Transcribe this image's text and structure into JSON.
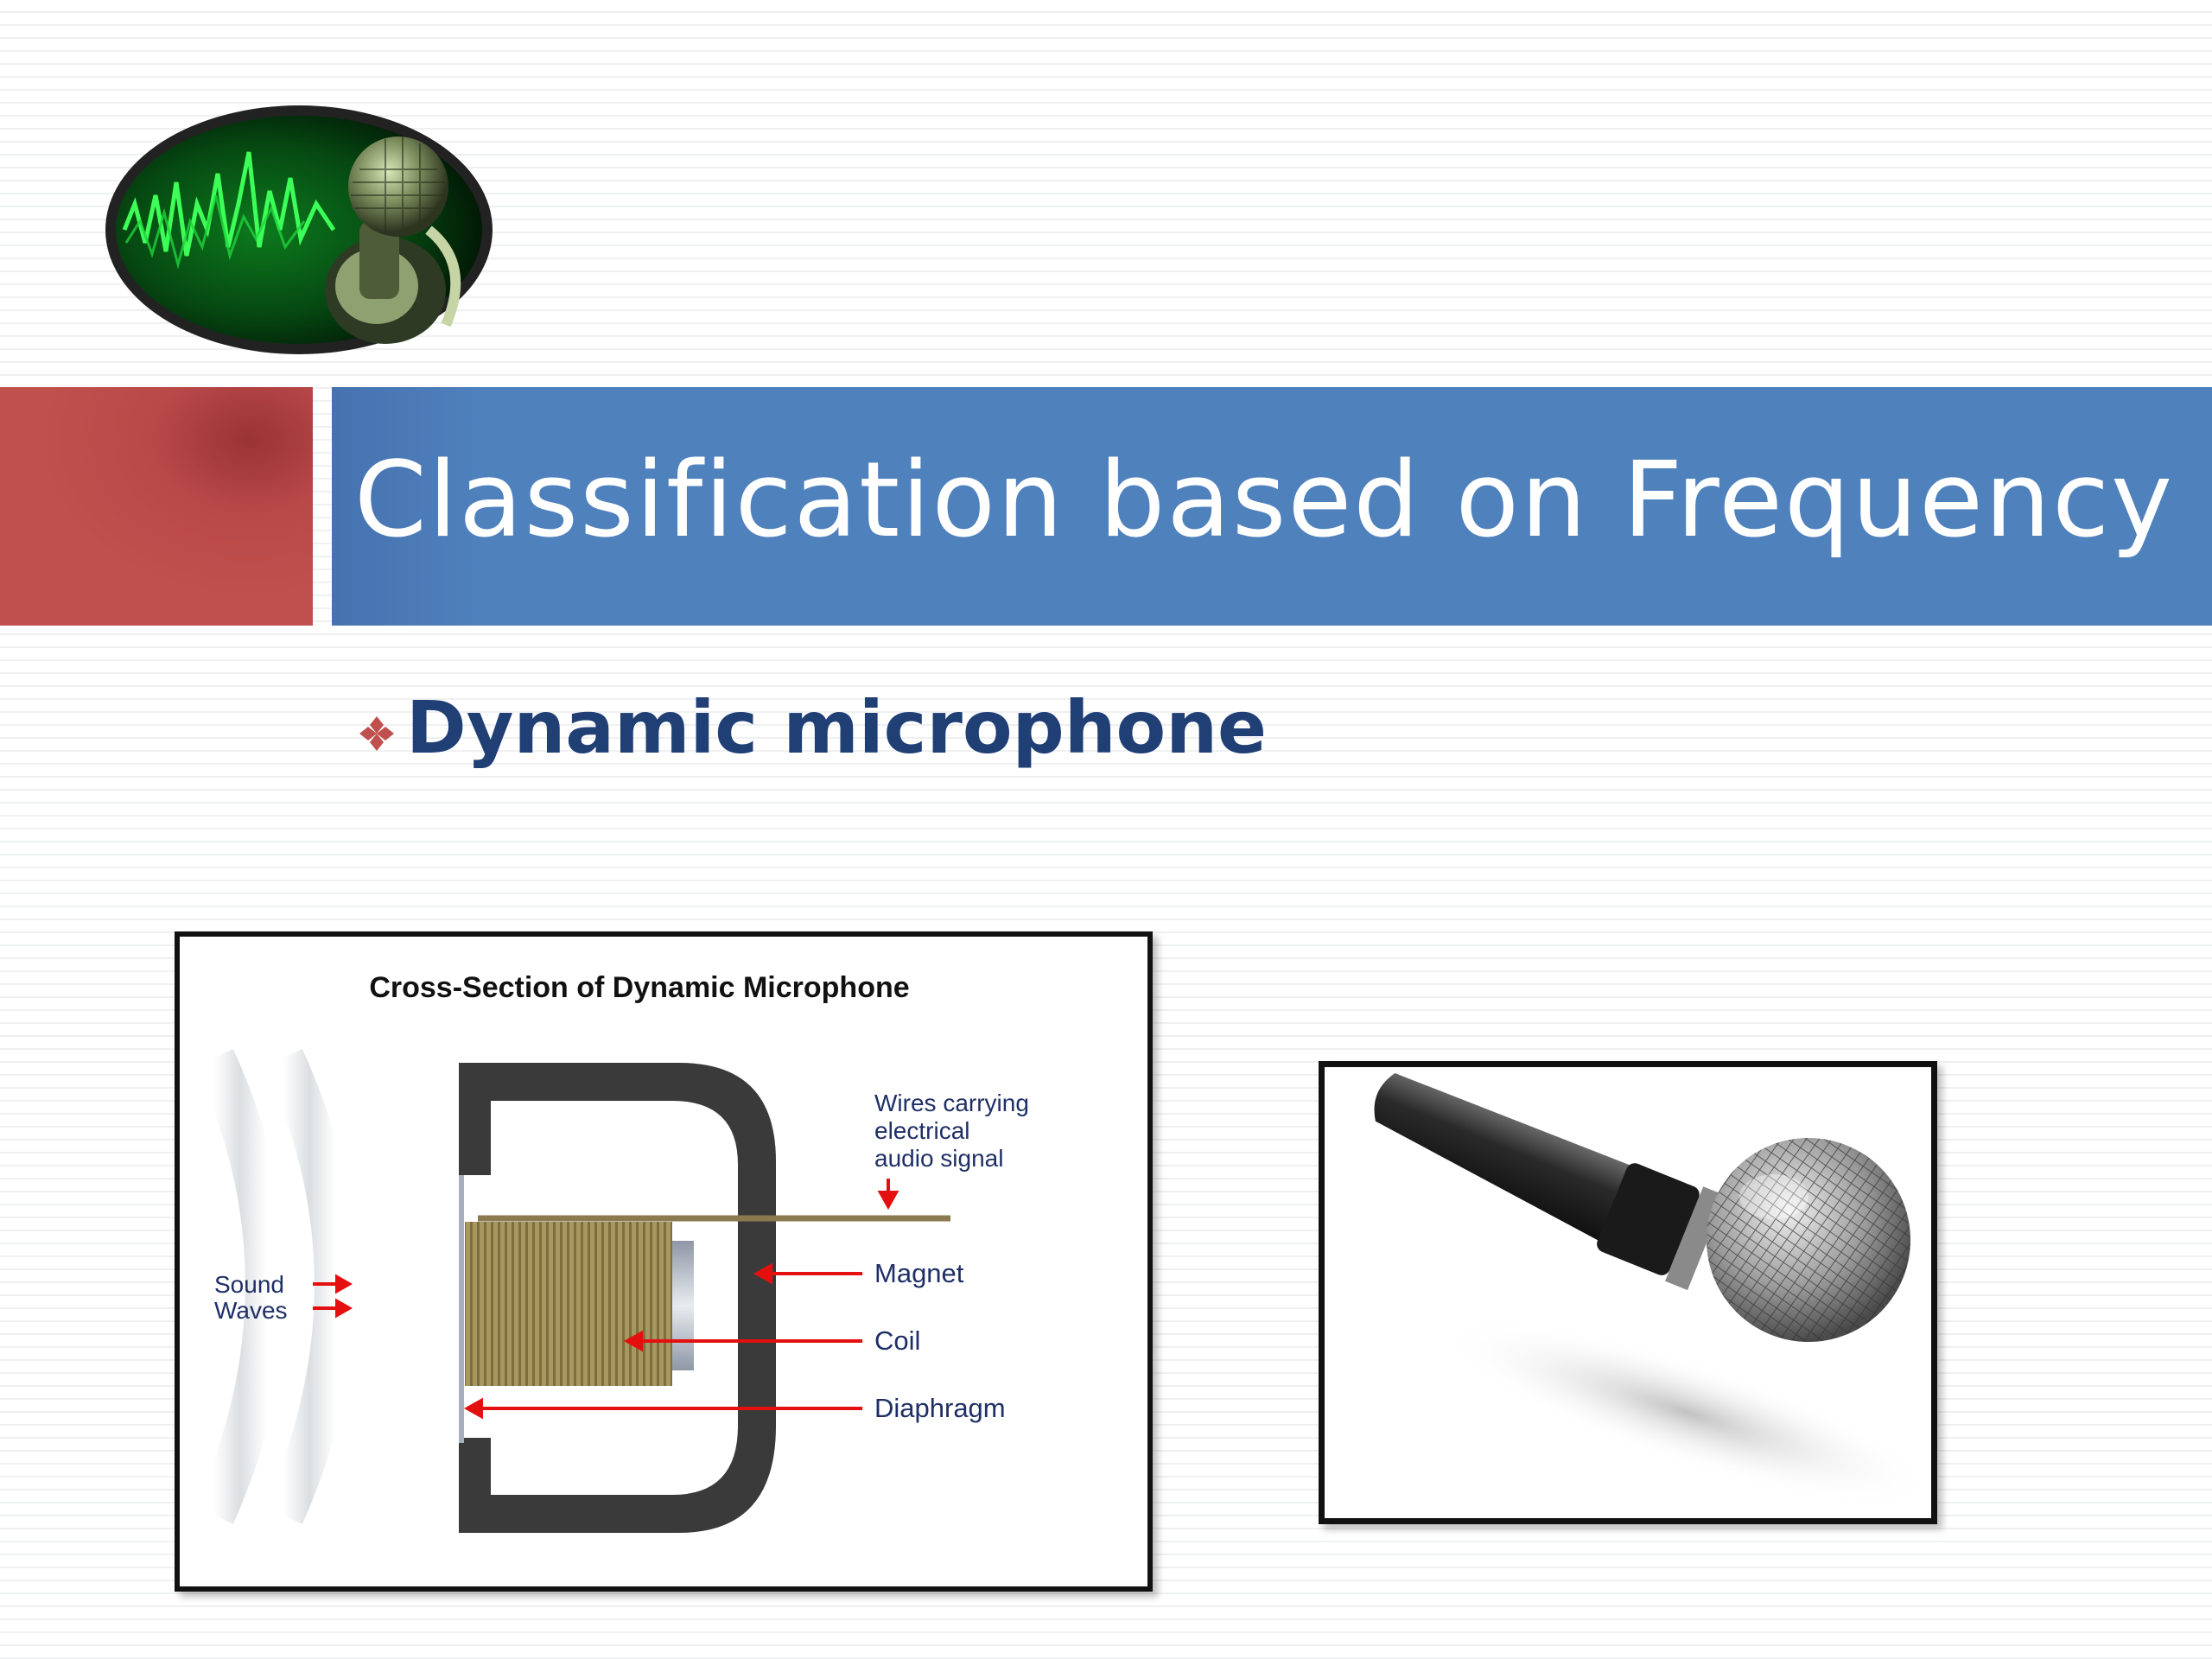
{
  "slide": {
    "title": "Classification based on Frequency",
    "bullet": "Dynamic microphone"
  },
  "diagram": {
    "title": "Cross-Section of Dynamic Microphone",
    "labels": {
      "wires_line1": "Wires carrying",
      "wires_line2": "electrical",
      "wires_line3": "audio signal",
      "magnet": "Magnet",
      "coil": "Coil",
      "diaphragm": "Diaphragm",
      "sound_line1": "Sound",
      "sound_line2": "Waves"
    }
  },
  "colors": {
    "title_bar": "#4f81bd",
    "accent_block": "#c0504d",
    "bullet_text": "#1f3f75",
    "arrow": "#e41010",
    "coil": "#9b8a55"
  },
  "icons": {
    "logo": "microphone-headphones-soundwave-icon",
    "bullet": "four-diamond-bullet-icon"
  }
}
